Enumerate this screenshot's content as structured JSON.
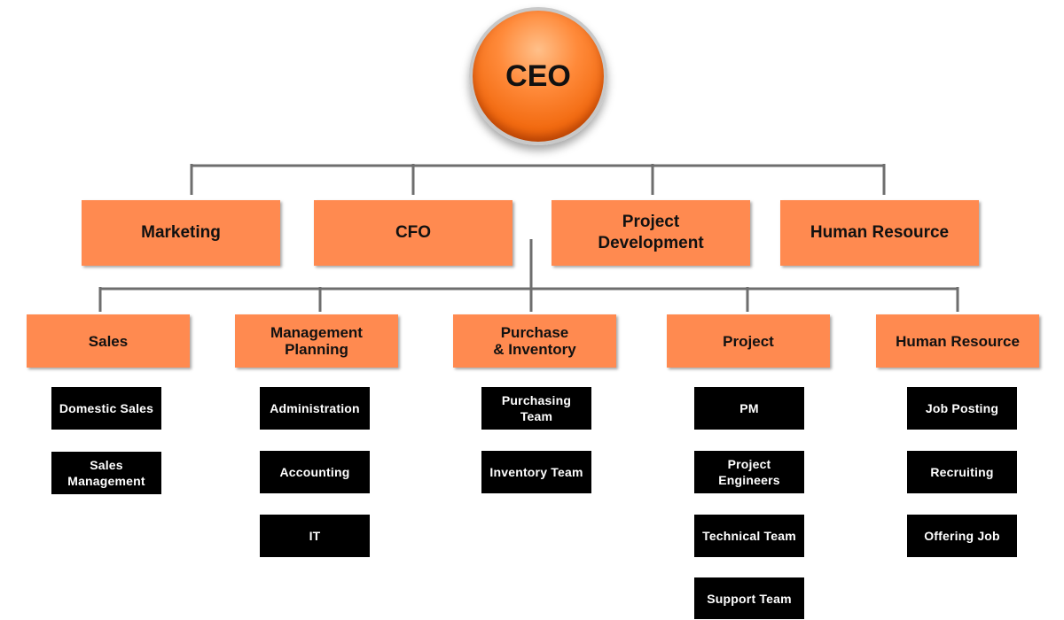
{
  "ceo": "CEO",
  "departments": [
    "Marketing",
    "CFO",
    "Project\nDevelopment",
    "Human Resource"
  ],
  "units": [
    "Sales",
    "Management\nPlanning",
    "Purchase\n& Inventory",
    "Project",
    "Human Resource"
  ],
  "teams": {
    "sales": [
      "Domestic Sales",
      "Sales\nManagement"
    ],
    "management_planning": [
      "Administration",
      "Accounting",
      "IT"
    ],
    "purchase_inventory": [
      "Purchasing\nTeam",
      "Inventory Team"
    ],
    "project": [
      "PM",
      "Project\nEngineers",
      "Technical Team",
      "Support Team"
    ],
    "human_resource": [
      "Job Posting",
      "Recruiting",
      "Offering Job"
    ]
  },
  "colors": {
    "connector": "#6e6e6e",
    "box": "#ff8a50",
    "team": "#000000"
  }
}
